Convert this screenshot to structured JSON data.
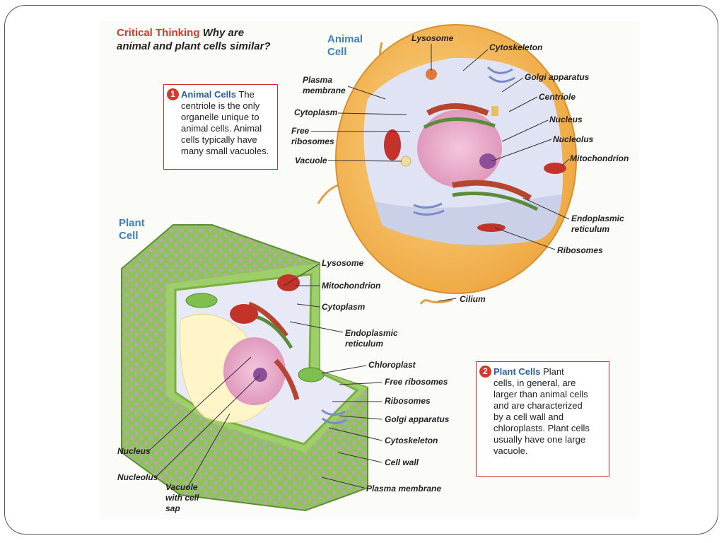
{
  "heading": {
    "prefix": "Critical Thinking",
    "question_line1": "Why are",
    "question_line2": "animal and plant cells similar?"
  },
  "animal": {
    "title_line1": "Animal",
    "title_line2": "Cell",
    "labels": {
      "lysosome": "Lysosome",
      "cytoskeleton": "Cytoskeleton",
      "plasma_membrane_1": "Plasma",
      "plasma_membrane_2": "membrane",
      "golgi": "Golgi apparatus",
      "centriole": "Centriole",
      "cytoplasm": "Cytoplasm",
      "nucleus": "Nucleus",
      "free_ribosomes_1": "Free",
      "free_ribosomes_2": "ribosomes",
      "nucleolus": "Nucleolus",
      "vacuole": "Vacuole",
      "mitochondrion": "Mitochondrion",
      "er_1": "Endoplasmic",
      "er_2": "reticulum",
      "ribosomes": "Ribosomes",
      "cilium": "Cilium"
    },
    "box": {
      "number": "1",
      "title": "Animal Cells",
      "lines": [
        "The",
        "centriole is the only",
        "organelle unique to",
        "animal cells. Animal",
        "cells typically have",
        "many small vacuoles."
      ]
    }
  },
  "plant": {
    "title_line1": "Plant",
    "title_line2": "Cell",
    "labels": {
      "lysosome": "Lysosome",
      "mitochondrion": "Mitochondrion",
      "cytoplasm": "Cytoplasm",
      "er_1": "Endoplasmic",
      "er_2": "reticulum",
      "chloroplast": "Chloroplast",
      "free_ribosomes": "Free ribosomes",
      "ribosomes": "Ribosomes",
      "golgi": "Golgi apparatus",
      "cytoskeleton": "Cytoskeleton",
      "cell_wall": "Cell wall",
      "plasma_membrane": "Plasma membrane",
      "nucleus": "Nucleus",
      "nucleolus": "Nucleolus",
      "vacuole_1": "Vacuole",
      "vacuole_2": "with cell",
      "vacuole_3": "sap"
    },
    "box": {
      "number": "2",
      "title": "Plant Cells",
      "lines": [
        "Plant",
        "cells, in general, are",
        "larger than animal cells",
        "and are characterized",
        "by a cell wall and",
        "chloroplasts. Plant cells",
        "usually have one large",
        "vacuole."
      ]
    }
  },
  "colors": {
    "accent_red": "#d23a2a",
    "title_blue": "#3a7fc0",
    "box_border": "#d22f2f"
  }
}
